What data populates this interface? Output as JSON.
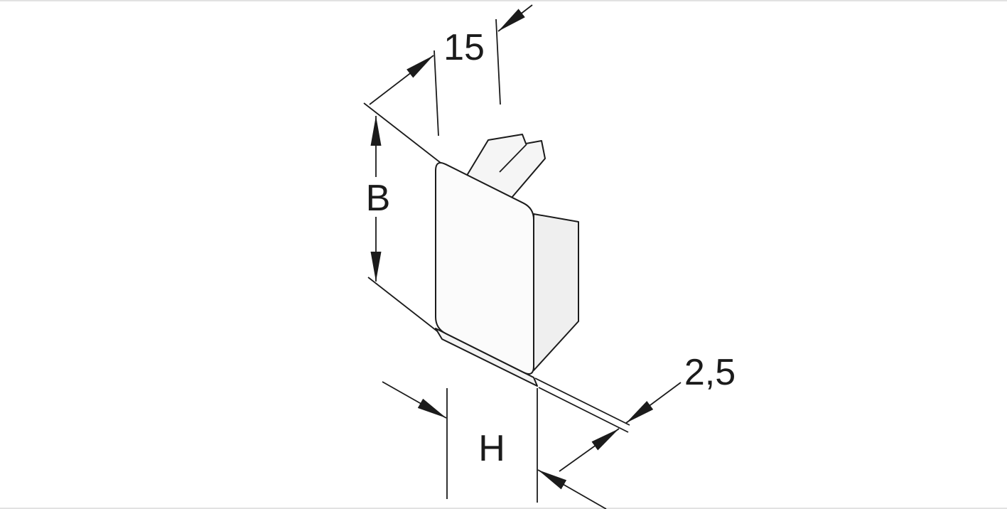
{
  "drawing": {
    "labels": {
      "top_depth": "15",
      "left_height": "B",
      "bottom_width": "H",
      "edge_thickness": "2,5"
    },
    "colors": {
      "line": "#1b1b1b",
      "face_fill": "#fbfbfb",
      "side_fill": "#efefef",
      "tab_fill": "#f5f5f5",
      "rim_fill": "#f3f3f3",
      "background": "#ffffff",
      "frame": "#e2e2e2"
    }
  }
}
